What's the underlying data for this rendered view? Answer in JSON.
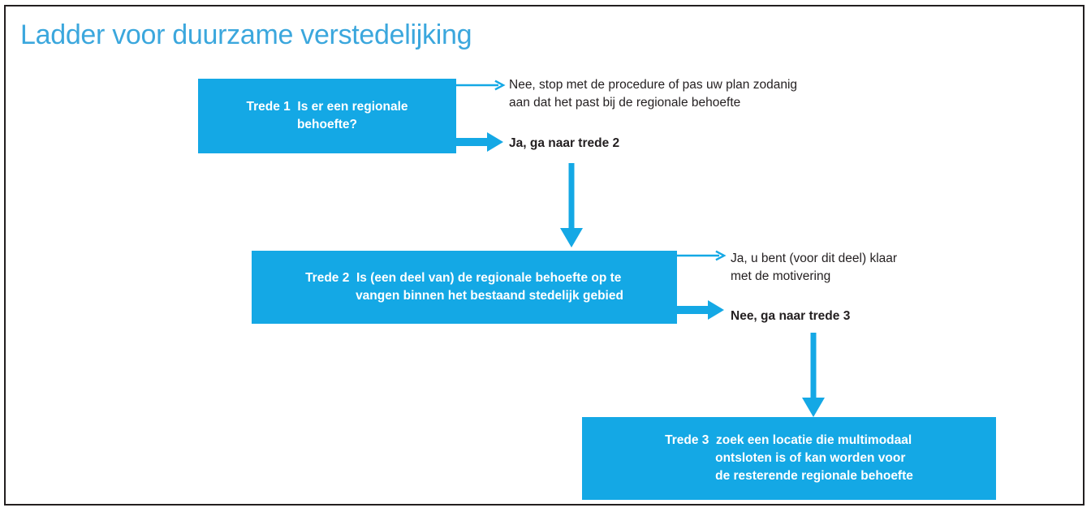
{
  "page": {
    "title": "Ladder voor duurzame verstedelijking",
    "accent_color": "#14a8e5",
    "title_color": "#3ba7dd",
    "text_color": "#231f20",
    "background_color": "#ffffff",
    "border_color": "#231f20"
  },
  "steps": [
    {
      "id": "trede-1",
      "label": "Trede 1",
      "question_line1": "Is er een regionale",
      "question_line2": "behoefte?",
      "outcomes": {
        "thin": "Nee, stop met de procedure of pas uw plan zodanig\naan dat het past bij de regionale behoefte",
        "thick": "Ja, ga naar trede 2"
      }
    },
    {
      "id": "trede-2",
      "label": "Trede 2",
      "question_line1": "Is (een deel van) de regionale behoefte op te",
      "question_line2": "vangen binnen het bestaand stedelijk gebied",
      "outcomes": {
        "thin": "Ja, u bent (voor dit deel) klaar\nmet de motivering",
        "thick": "Nee, ga naar trede 3"
      }
    },
    {
      "id": "trede-3",
      "label": "Trede 3",
      "question_line1": "zoek een locatie die multimodaal",
      "question_line2": "ontsloten is of kan worden voor",
      "question_line3": "de resterende regionale behoefte",
      "outcomes": {}
    }
  ],
  "connectors": [
    {
      "name": "trede1-thin-arrow",
      "direction": "right",
      "weight": "thin"
    },
    {
      "name": "trede1-thick-arrow",
      "direction": "right",
      "weight": "thick"
    },
    {
      "name": "trede1-to-trede2-arrow",
      "direction": "down",
      "weight": "medium"
    },
    {
      "name": "trede2-thin-arrow",
      "direction": "right",
      "weight": "thin"
    },
    {
      "name": "trede2-thick-arrow",
      "direction": "right",
      "weight": "thick"
    },
    {
      "name": "trede2-to-trede3-arrow",
      "direction": "down",
      "weight": "medium"
    }
  ]
}
